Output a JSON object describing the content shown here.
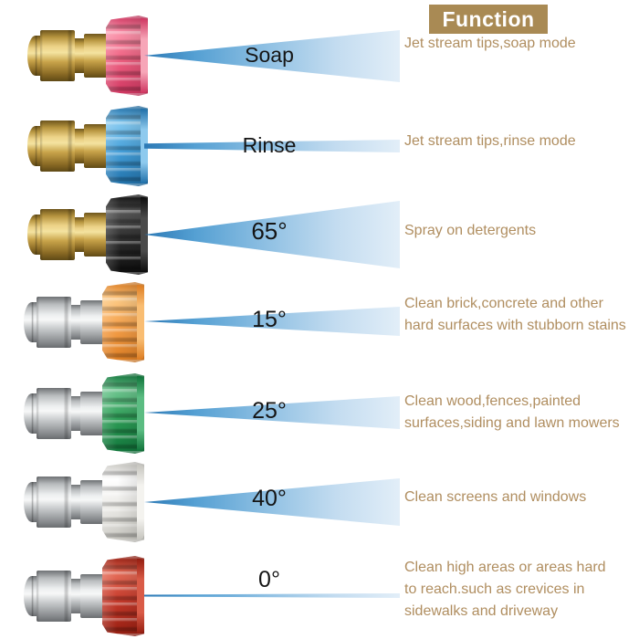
{
  "header": {
    "title": "Function",
    "bg_color": "#a98a54",
    "text_color": "#ffffff"
  },
  "colors": {
    "spray_dark": "#2c79b5",
    "spray_light": "#e2eef8",
    "description_text": "#b08e60",
    "label_text": "#151515",
    "brass": "#c9a44a",
    "stainless": "#b9bcbe"
  },
  "rows": [
    {
      "id": "soap",
      "label": "Soap",
      "description": "Jet stream tips,soap mode",
      "body_material": "brass",
      "tip_color": "#ee5f80",
      "tip_color_light": "#fa93aa",
      "tip_color_dark": "#cf3560",
      "tip_rim": "#f7a6b8",
      "spray_type": "wide-fan"
    },
    {
      "id": "rinse",
      "label": "Rinse",
      "description": "Jet stream tips,rinse mode",
      "body_material": "brass",
      "tip_color": "#45a0da",
      "tip_color_light": "#83c8ef",
      "tip_color_dark": "#1f6fa8",
      "tip_rim": "#8ecaee",
      "spray_type": "straight-band"
    },
    {
      "id": "65-degree",
      "label": "65°",
      "description": "Spray on detergents",
      "body_material": "brass",
      "tip_color": "#2e2e2e",
      "tip_color_light": "#575757",
      "tip_color_dark": "#0d0d0d",
      "tip_rim": "#4a4a4a",
      "spray_type": "fan-65"
    },
    {
      "id": "15-degree",
      "label": "15°",
      "description": "Clean brick,concrete and other\nhard surfaces with stubborn stains",
      "body_material": "stainless",
      "tip_color": "#f5a04a",
      "tip_color_light": "#fcc984",
      "tip_color_dark": "#dd7d22",
      "tip_rim": "#f9bd72",
      "spray_type": "fan-15"
    },
    {
      "id": "25-degree",
      "label": "25°",
      "description": "Clean wood,fences,painted\nsurfaces,siding and lawn mowers",
      "body_material": "stainless",
      "tip_color": "#2f9f58",
      "tip_color_light": "#6cc48e",
      "tip_color_dark": "#10743a",
      "tip_rim": "#5bbc82",
      "spray_type": "fan-25"
    },
    {
      "id": "40-degree",
      "label": "40°",
      "description": "Clean screens and windows",
      "body_material": "stainless",
      "tip_color": "#ebeae6",
      "tip_color_light": "#ffffff",
      "tip_color_dark": "#c6c5bf",
      "tip_rim": "#f4f3ef",
      "spray_type": "fan-40"
    },
    {
      "id": "0-degree",
      "label": "0°",
      "description": "Clean high areas or areas hard\nto reach.such as crevices in\nsidewalks and driveway",
      "body_material": "stainless",
      "tip_color": "#c63a2b",
      "tip_color_light": "#e56b57",
      "tip_color_dark": "#951d10",
      "tip_rim": "#d95b47",
      "spray_type": "jet-line"
    }
  ]
}
